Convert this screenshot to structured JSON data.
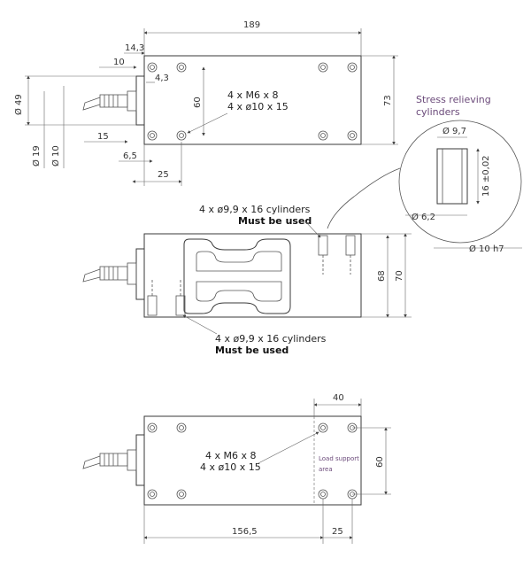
{
  "top_view": {
    "dims": {
      "length": "189",
      "d14_3": "14,3",
      "d10": "10",
      "d4_3": "4,3",
      "dia49": "Ø 49",
      "dia19": "Ø 19",
      "dia10": "Ø 10",
      "d15": "15",
      "d6_5": "6,5",
      "d25": "25",
      "d60": "60",
      "d73": "73"
    },
    "note_line1": "4 x M6 x 8",
    "note_line2": "4 x ø10 x 15"
  },
  "detail": {
    "title_line1": "Stress relieving",
    "title_line2": "cylinders",
    "dia9_7": "Ø 9,7",
    "h16": "16 ±0,02",
    "dia6_2": "Ø 6,2",
    "dia10h7": "Ø 10 h7"
  },
  "side_view": {
    "note_top_line1": "4 x ø9,9 x 16 cylinders",
    "note_top_line2": "Must be used",
    "note_bottom_line1": "4 x ø9,9 x 16 cylinders",
    "note_bottom_line2": "Must be used",
    "d68": "68",
    "d70": "70"
  },
  "bottom_view": {
    "d40": "40",
    "d60": "60",
    "d156_5": "156,5",
    "d25": "25",
    "note_line1": "4 x M6 x 8",
    "note_line2": "4 x ø10 x 15",
    "load_line1": "Load support",
    "load_line2": "area"
  }
}
